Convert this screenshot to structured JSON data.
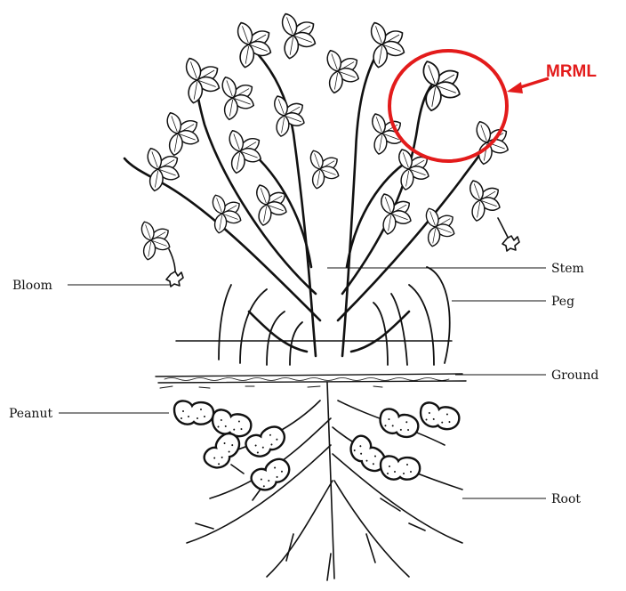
{
  "diagram": {
    "labels": {
      "bloom": "Bloom",
      "peanut": "Peanut",
      "stem": "Stem",
      "peg": "Peg",
      "ground": "Ground",
      "root": "Root"
    },
    "callout": {
      "text": "MRML",
      "color": "#e31b1b"
    }
  }
}
